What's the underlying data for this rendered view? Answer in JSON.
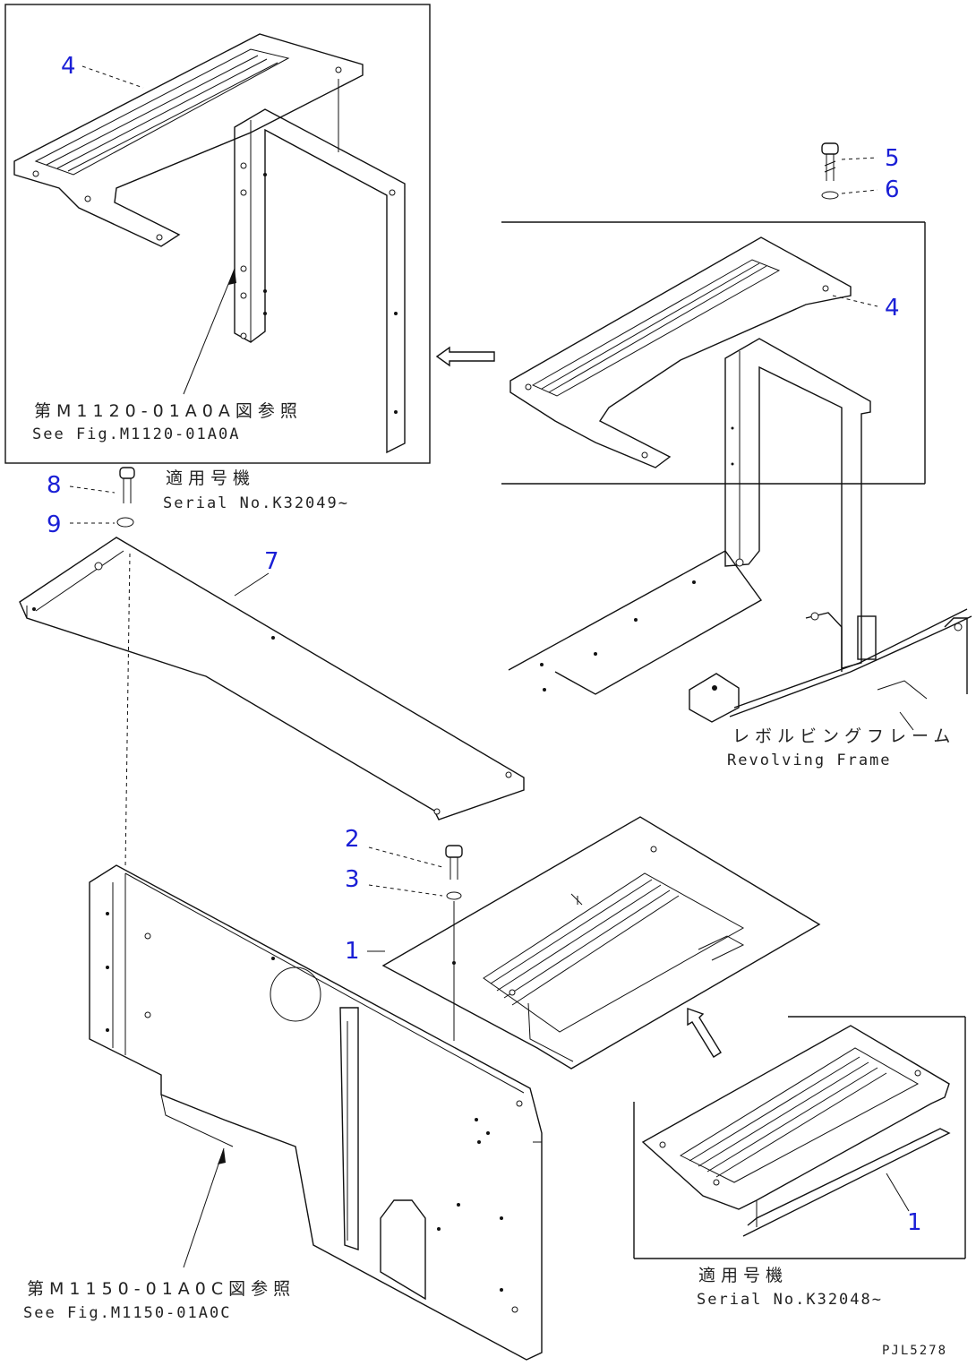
{
  "callouts": {
    "c4_top": "4",
    "c5": "5",
    "c6": "6",
    "c4_right": "4",
    "c8": "8",
    "c9": "9",
    "c7": "7",
    "c2": "2",
    "c3": "3",
    "c1": "1",
    "c1_inset": "1"
  },
  "notes": {
    "ref_top_jp": "第M1120-01A0A図参照",
    "ref_top_en": "See Fig.M1120-01A0A",
    "serial_top_jp": "適用号機",
    "serial_top_en": "Serial No.K32049~",
    "frame_jp": "レボルビングフレーム",
    "frame_en": "Revolving Frame",
    "ref_bottom_jp": "第M1150-01A0C図参照",
    "ref_bottom_en": "See Fig.M1150-01A0C",
    "serial_bottom_jp": "適用号機",
    "serial_bottom_en": "Serial No.K32048~",
    "drawing_code": "PJL5278"
  },
  "colors": {
    "callout": "#1a1fd6",
    "line": "#111111"
  }
}
